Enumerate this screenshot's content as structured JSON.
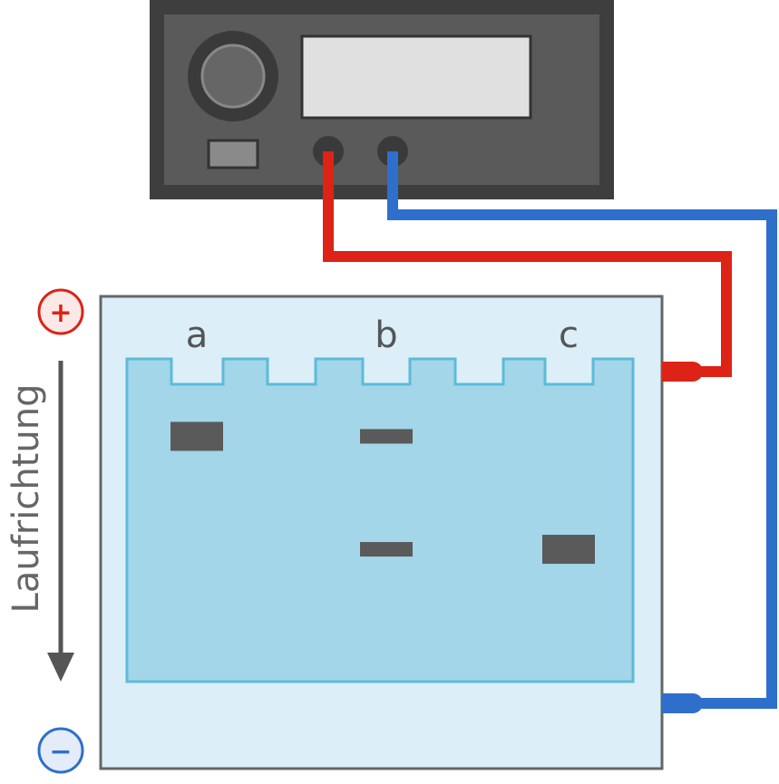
{
  "colors": {
    "device_outer": "#3e3e3e",
    "device_inner": "#5a5a5a",
    "knob_outer": "#3a3a3a",
    "knob_inner": "#666666",
    "display": "#e0e0e0",
    "switch": "#8a8a8a",
    "red_wire": "#dc2316",
    "blue_wire": "#2e6fcc",
    "tank_fill": "#dceef8",
    "tank_border": "#666666",
    "gel_fill": "#a3d6e8",
    "gel_border": "#5cbbd9",
    "band": "#5a5a5a",
    "arrow": "#555555"
  },
  "poles": {
    "positive": {
      "sign": "+",
      "color": "#dc2316",
      "fill": "#fbe9e7"
    },
    "negative": {
      "sign": "−",
      "color": "#2e6fcc",
      "fill": "#e3ecf8"
    }
  },
  "direction_label": "Laufrichtung",
  "lanes": [
    {
      "label": "a",
      "bands": [
        {
          "position": 0.24,
          "size": "large"
        }
      ]
    },
    {
      "label": "b",
      "bands": [
        {
          "position": 0.24,
          "size": "small"
        },
        {
          "position": 0.59,
          "size": "small"
        }
      ]
    },
    {
      "label": "c",
      "bands": [
        {
          "position": 0.59,
          "size": "large"
        }
      ]
    }
  ]
}
